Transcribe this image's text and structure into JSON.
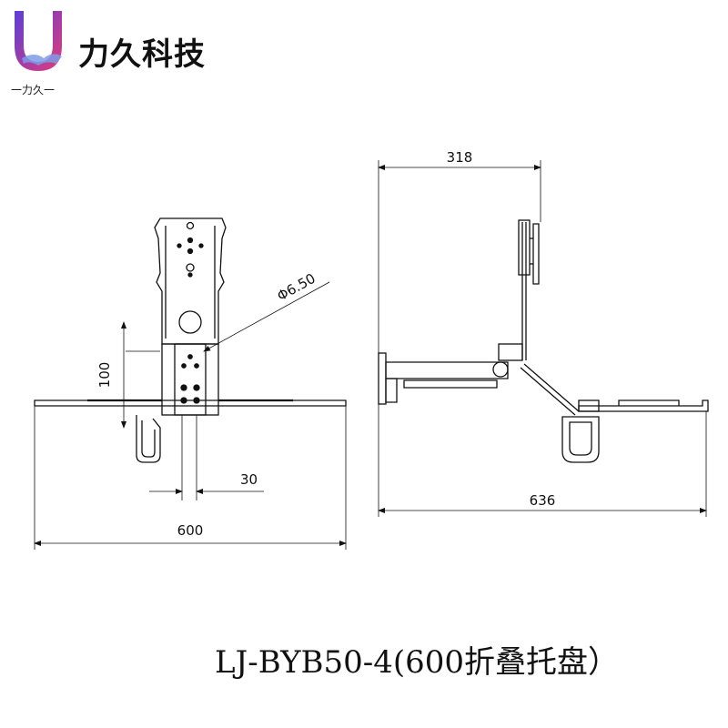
{
  "brand": {
    "name": "力久科技",
    "sub_label": "一力久一",
    "colors": {
      "logo_gradient_start": "#5b3fd6",
      "logo_gradient_end": "#e23b7a"
    }
  },
  "dimensions": {
    "front_width": "600",
    "front_height": "100",
    "front_offset": "30",
    "hole_diameter": "Φ6.50",
    "side_reach": "318",
    "side_length": "636"
  },
  "caption": "LJ-BYB50-4(600折叠托盘）"
}
